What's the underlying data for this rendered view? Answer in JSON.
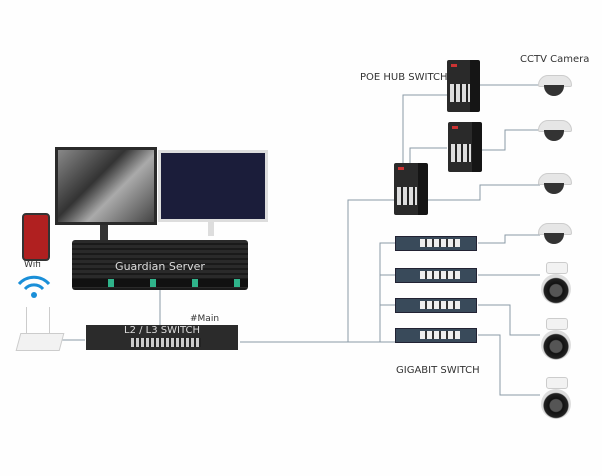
{
  "labels": {
    "server": "Guardian Server",
    "core_switch": "L2 / L3 SWITCH",
    "main_tag": "#Main",
    "wifi": "Wifi",
    "poe": "POE HUB SWITCH",
    "cctv": "CCTV Camera",
    "gigabit": "GIGABIT SWITCH"
  },
  "colors": {
    "line": "#8a9aa6",
    "wifi": "#1a8fd8",
    "server": "#1e1e1e",
    "port_accent": "#2fb38a"
  }
}
